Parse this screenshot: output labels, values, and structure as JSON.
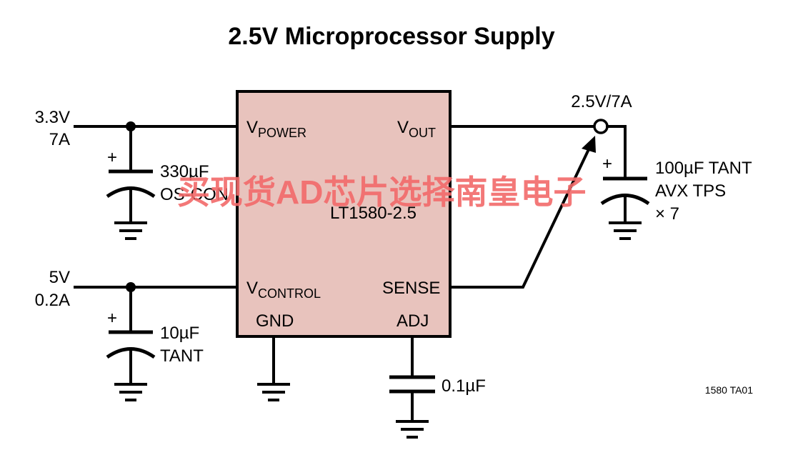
{
  "title": "2.5V Microprocessor Supply",
  "ic": {
    "part": "LT1580-2.5",
    "pins": {
      "vpower_main": "V",
      "vpower_sub": "POWER",
      "vout_main": "V",
      "vout_sub": "OUT",
      "vcontrol_main": "V",
      "vcontrol_sub": "CONTROL",
      "sense": "SENSE",
      "gnd": "GND",
      "adj": "ADJ"
    },
    "fill": "#e8c3bd"
  },
  "inputs": {
    "v33": {
      "voltage": "3.3V",
      "current": "7A"
    },
    "v5": {
      "voltage": "5V",
      "current": "0.2A"
    }
  },
  "caps": {
    "c1": {
      "value": "330µF",
      "type": "OS-CON",
      "polarity": "+"
    },
    "c2": {
      "value": "10µF",
      "type": "TANT",
      "polarity": "+"
    },
    "c3": {
      "value": "0.1µF"
    },
    "c4": {
      "value": "100µF TANT",
      "type": "AVX TPS",
      "count": "× 7",
      "polarity": "+"
    }
  },
  "output": {
    "label": "2.5V/7A"
  },
  "figure_code": "1580 TA01",
  "watermark": {
    "text": "买现货AD芯片选择南皇电子",
    "color": "#f26a6a"
  }
}
